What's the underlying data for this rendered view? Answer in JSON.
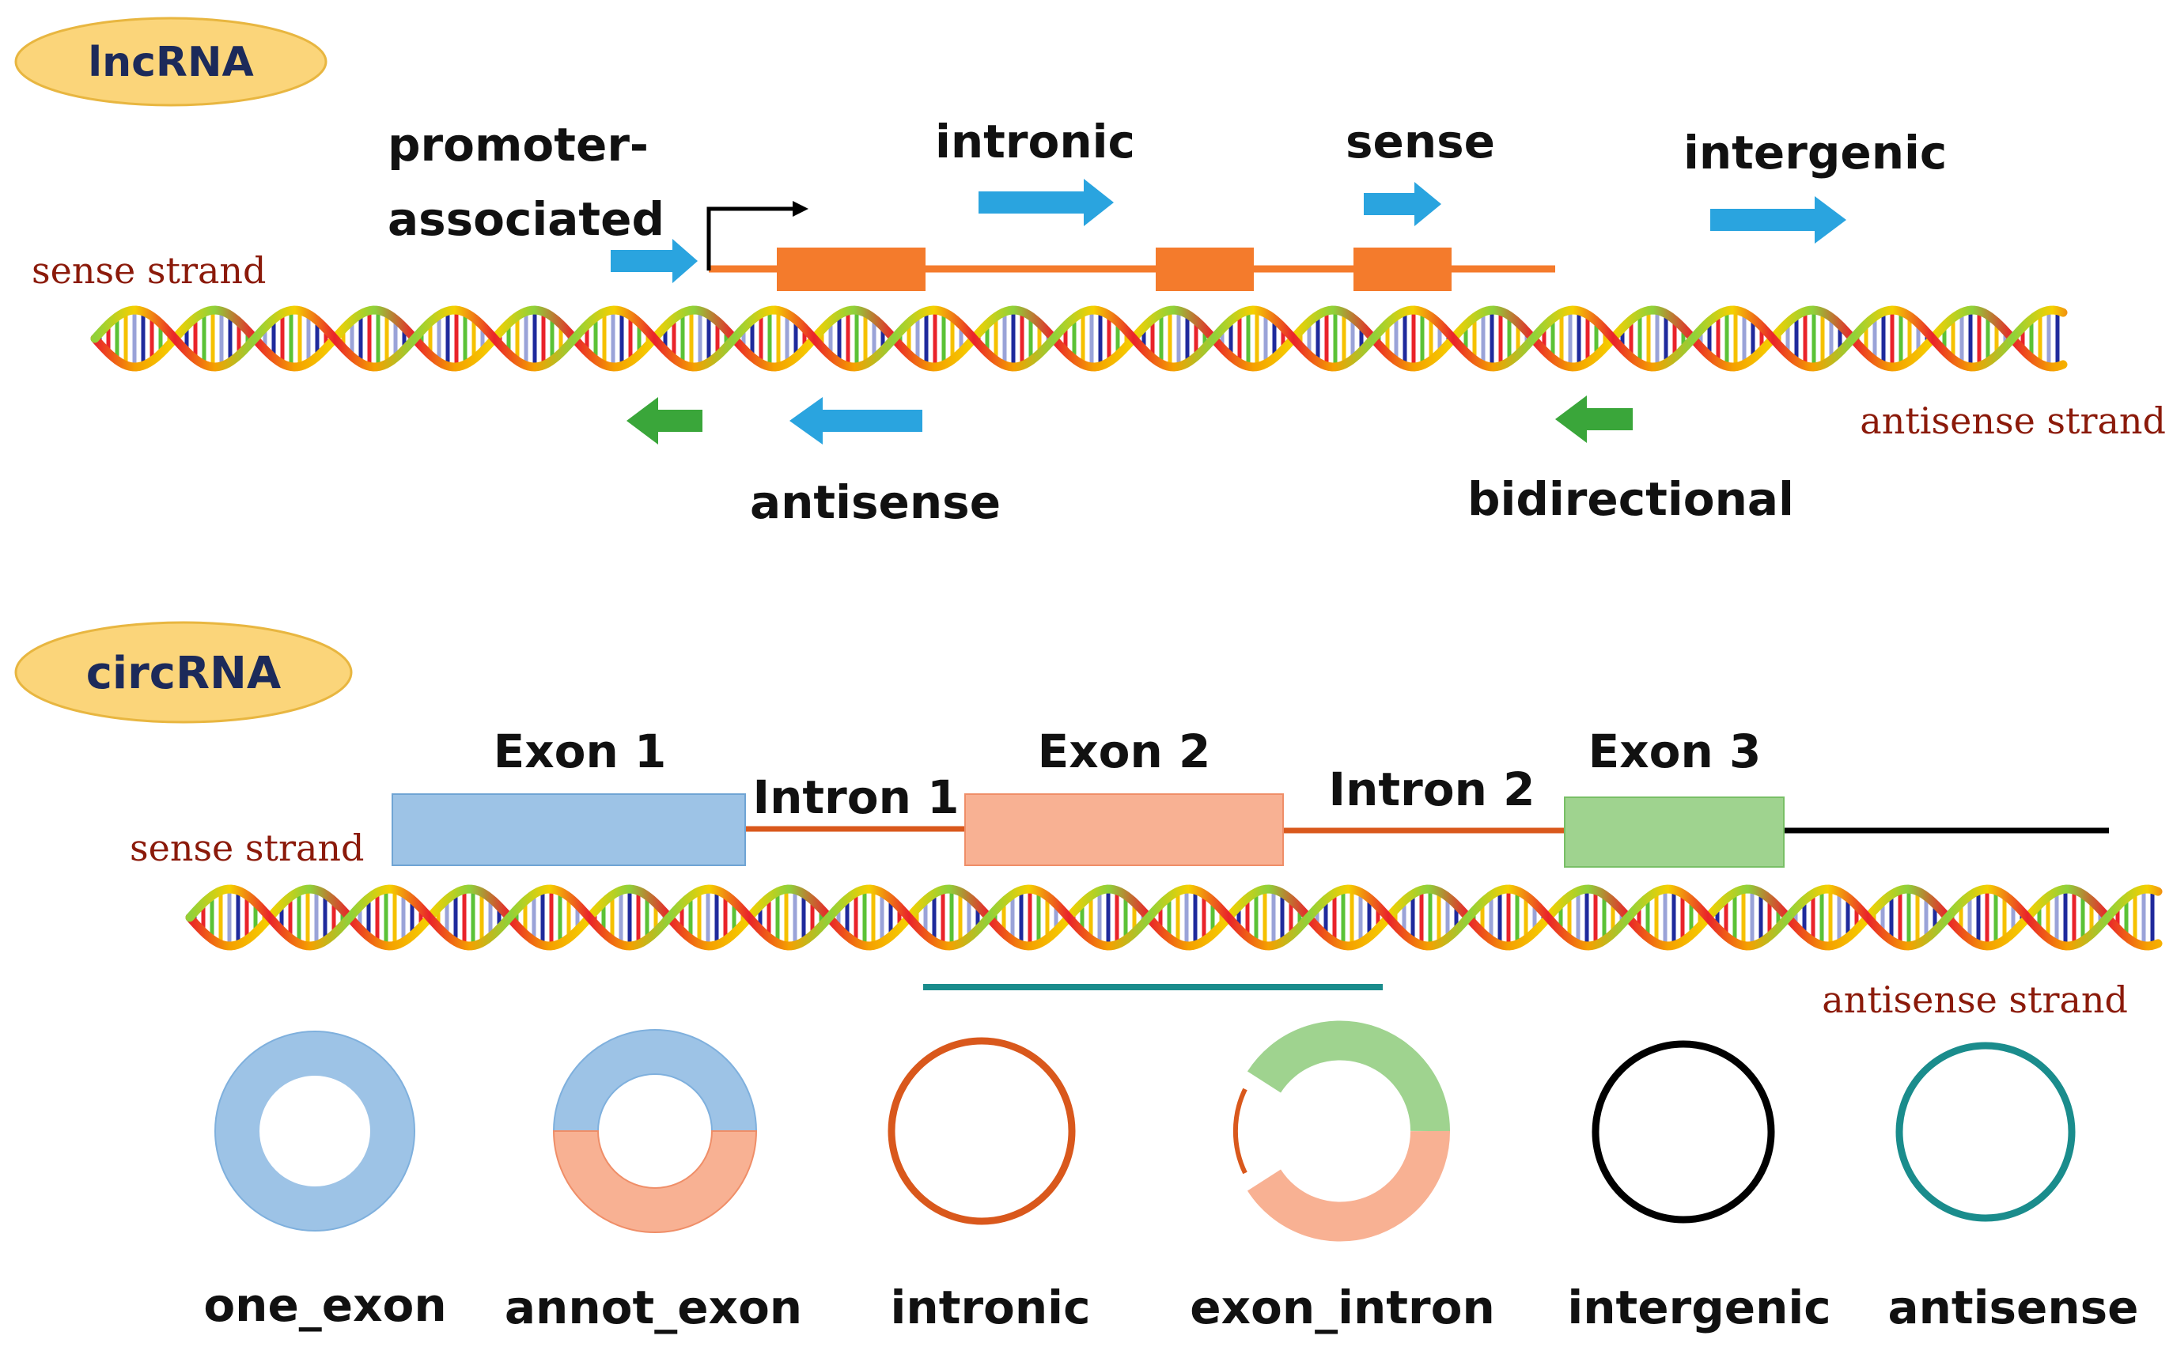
{
  "colors": {
    "pill_fill": "#fbd57a",
    "pill_stroke": "#e8b640",
    "blue_arrow": "#2aa4df",
    "green_arrow": "#3aa63a",
    "lnc_orange": "#f47b2c",
    "exon_blue": "#9dc3e6",
    "exon_salmon": "#f8b193",
    "exon_green": "#9fd38f",
    "intron_line": "#d9581c",
    "intergenic_line": "#000000",
    "antisense_line": "#1a8c8c",
    "strand_text": "#8b1a0a",
    "helix_a": "#e9232a",
    "helix_b": "#f5c100",
    "helix_c": "#5bc236"
  },
  "lncrna": {
    "badge": "lncRNA",
    "strand_sense": "sense strand",
    "strand_antisense": "antisense strand",
    "labels": {
      "promoter_line1": "promoter-",
      "promoter_line2": "associated",
      "intronic": "intronic",
      "sense": "sense",
      "intergenic": "intergenic",
      "antisense": "antisense",
      "bidirectional": "bidirectional"
    }
  },
  "circrna": {
    "badge": "circRNA",
    "strand_sense": "sense strand",
    "strand_antisense": "antisense strand",
    "exons": [
      "Exon 1",
      "Exon 2",
      "Exon 3"
    ],
    "introns": [
      "Intron 1",
      "Intron 2"
    ],
    "types": [
      "one_exon",
      "annot_exon",
      "intronic",
      "exon_intron",
      "intergenic",
      "antisense"
    ]
  }
}
